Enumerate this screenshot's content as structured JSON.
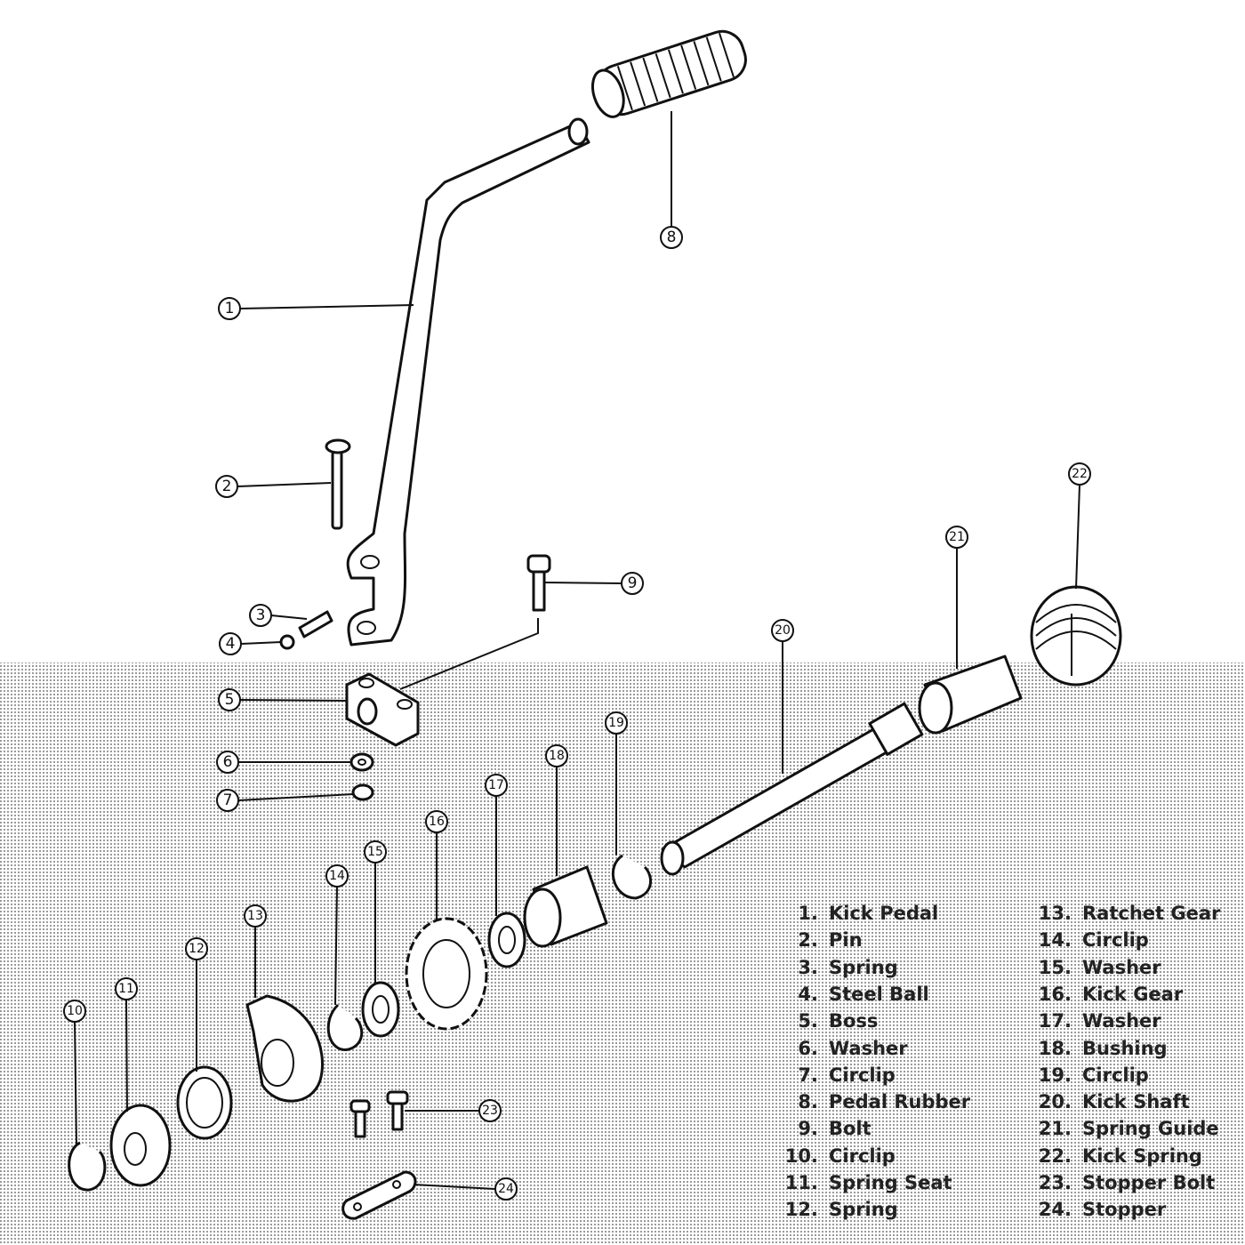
{
  "diagram": {
    "callouts": [
      "1",
      "2",
      "3",
      "4",
      "5",
      "6",
      "7",
      "8",
      "9",
      "10",
      "11",
      "12",
      "13",
      "14",
      "15",
      "16",
      "17",
      "18",
      "19",
      "20",
      "21",
      "22",
      "23",
      "24"
    ],
    "legend": [
      {
        "num": "1.",
        "label": "Kick Pedal"
      },
      {
        "num": "2.",
        "label": "Pin"
      },
      {
        "num": "3.",
        "label": "Spring"
      },
      {
        "num": "4.",
        "label": "Steel Ball"
      },
      {
        "num": "5.",
        "label": "Boss"
      },
      {
        "num": "6.",
        "label": "Washer"
      },
      {
        "num": "7.",
        "label": "Circlip"
      },
      {
        "num": "8.",
        "label": "Pedal Rubber"
      },
      {
        "num": "9.",
        "label": "Bolt"
      },
      {
        "num": "10.",
        "label": "Circlip"
      },
      {
        "num": "11.",
        "label": "Spring Seat"
      },
      {
        "num": "12.",
        "label": "Spring"
      },
      {
        "num": "13.",
        "label": "Ratchet Gear"
      },
      {
        "num": "14.",
        "label": "Circlip"
      },
      {
        "num": "15.",
        "label": "Washer"
      },
      {
        "num": "16.",
        "label": "Kick Gear"
      },
      {
        "num": "17.",
        "label": "Washer"
      },
      {
        "num": "18.",
        "label": "Bushing"
      },
      {
        "num": "19.",
        "label": "Circlip"
      },
      {
        "num": "20.",
        "label": "Kick Shaft"
      },
      {
        "num": "21.",
        "label": "Spring Guide"
      },
      {
        "num": "22.",
        "label": "Kick Spring"
      },
      {
        "num": "23.",
        "label": "Stopper Bolt"
      },
      {
        "num": "24.",
        "label": "Stopper"
      }
    ],
    "colors": {
      "line": "#111111",
      "screen_dots": "#9a9a9a",
      "background": "#ffffff"
    }
  }
}
